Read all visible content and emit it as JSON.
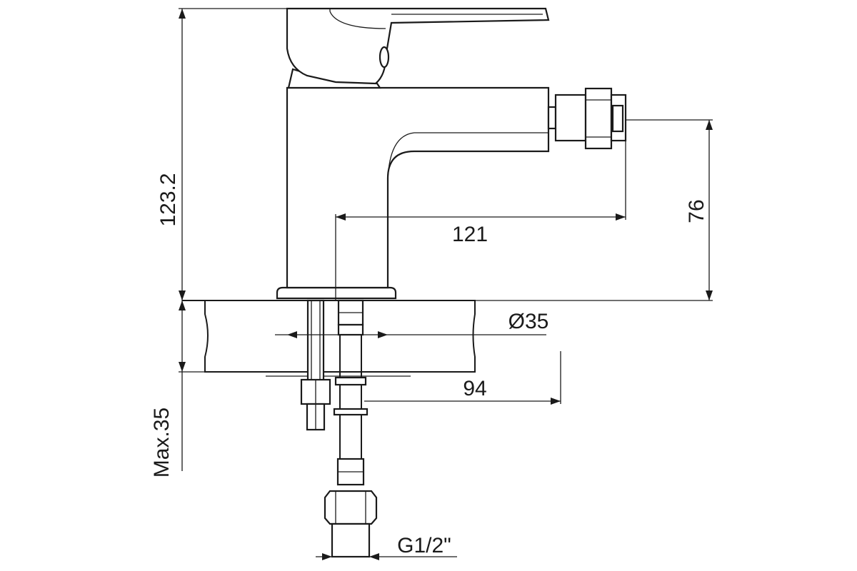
{
  "diagram": {
    "dimensions": {
      "total_height": "123.2",
      "spout_reach": "121",
      "outlet_height": "76",
      "base_diameter": "Ø35",
      "hose_offset": "94",
      "max_deck_thickness": "Max.35",
      "connection_thread": "G1/2\""
    },
    "colors": {
      "line": "#1a1a1a",
      "background": "#ffffff"
    }
  }
}
